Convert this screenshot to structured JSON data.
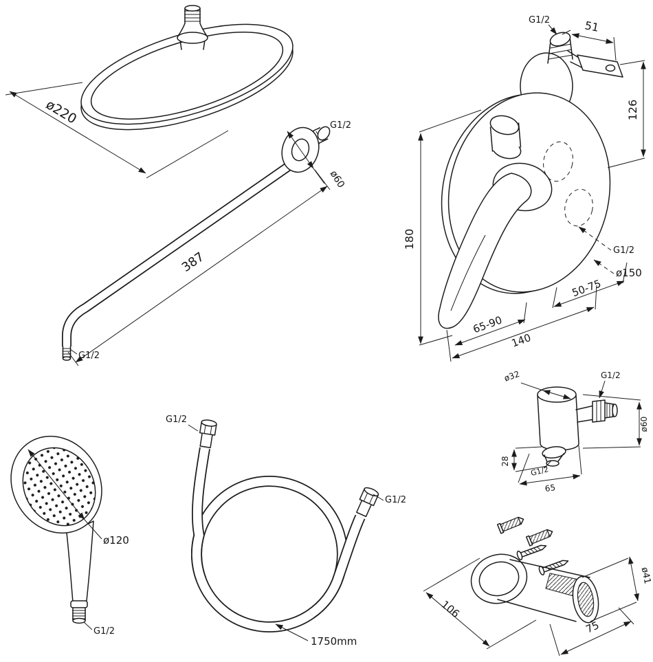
{
  "colors": {
    "ink": "#1c1c1c",
    "paper": "#ffffff"
  },
  "labels": {
    "rain_head": {
      "diameter": "ø220"
    },
    "arm": {
      "wall_thread": "G1/2",
      "flange_diameter": "ø60",
      "length": "387",
      "tip_thread": "G1/2"
    },
    "mixer": {
      "top_thread": "G1/2",
      "dim_51": "51",
      "dim_126": "126",
      "dim_180": "180",
      "dim_65_90": "65-90",
      "dim_140": "140",
      "dim_50_75": "50-75",
      "side_thread": "G1/2",
      "plate_diameter": "ø150"
    },
    "hand_shower": {
      "diameter": "ø120",
      "thread": "G1/2"
    },
    "hose": {
      "left_thread": "G1/2",
      "right_thread": "G1/2",
      "length": "1750mm"
    },
    "elbow": {
      "top_diameter": "ø32",
      "top_thread": "G1/2",
      "side_diameter": "ø60",
      "height": "28",
      "thread": "G1/2",
      "width": "65"
    },
    "holder": {
      "width": "106",
      "depth": "75",
      "diameter": "ø41"
    }
  }
}
